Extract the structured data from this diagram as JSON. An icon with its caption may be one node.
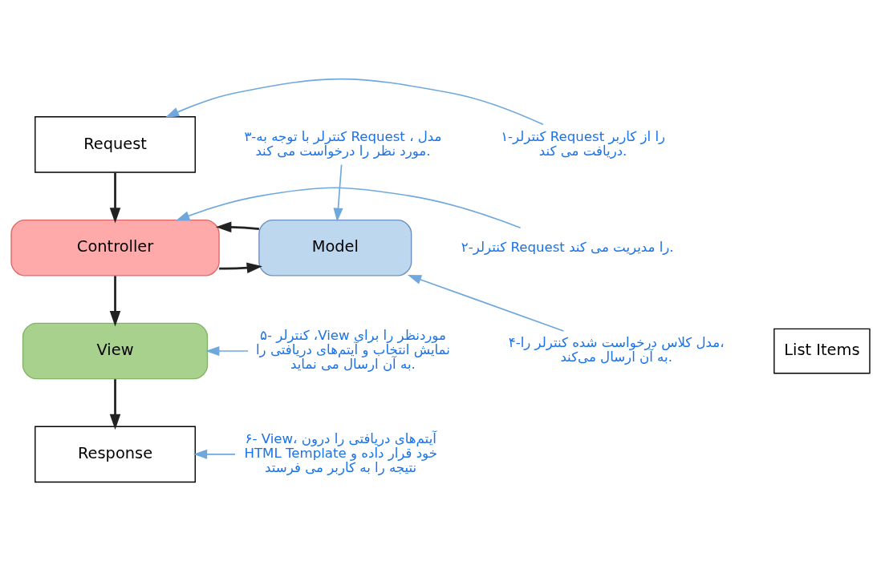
{
  "diagram": {
    "nodes": [
      {
        "text": [
          "Request"
        ]
      },
      {
        "text": [
          "Controller"
        ]
      },
      {
        "text": [
          "Model"
        ]
      },
      {
        "text": [
          "List Items"
        ]
      },
      {
        "text": [
          "View"
        ]
      },
      {
        "text": [
          "Response"
        ]
      },
      {
        "text": [
          "۱-کنترلر Request را از کاربر دریافت می کند."
        ]
      },
      {
        "text": [
          "۲-کنترلر Request را مدیریت می کند."
        ]
      },
      {
        "text": [
          "۳-کنترلر با توجه به Request ، مدل مورد نظر را درخواست می کند."
        ]
      },
      {
        "text": [
          "۴-مدل کلاس درخواست شده کنترلر را، به آن ارسال می‌کند."
        ]
      },
      {
        "text": [
          "۵- کنترلر ،View موردنظر را برای نمایش انتخاب و آیتم‌های دریافتی را به آن ارسال می نماید."
        ]
      },
      {
        "text": [
          "۶- View، آیتم‌های دریافتی را درون HTML Template خود قرار داده و نتیجه را به کاربر می فرستد"
        ]
      }
    ],
    "edges": [
      {
        "from": 0,
        "to": 1,
        "arrow": "to",
        "color": "#222222"
      },
      {
        "from": 1,
        "to": 2,
        "arrow": "to",
        "color": "#222222"
      },
      {
        "from": 2,
        "to": 1,
        "arrow": "to",
        "color": "#222222"
      },
      {
        "from": 1,
        "to": 4,
        "arrow": "to",
        "color": "#222222"
      },
      {
        "from": 4,
        "to": 5,
        "arrow": "to",
        "color": "#222222"
      },
      {
        "from": 6,
        "to": 0,
        "arrow": "to"
      },
      {
        "from": 7,
        "to": 1,
        "arrow": "to"
      },
      {
        "from": 8,
        "to": 2,
        "arrow": "to"
      },
      {
        "from": 9,
        "to": 2,
        "arrow": "to"
      },
      {
        "from": 10,
        "to": 4,
        "arrow": "to"
      },
      {
        "from": 11,
        "to": 5,
        "arrow": "to"
      }
    ]
  }
}
